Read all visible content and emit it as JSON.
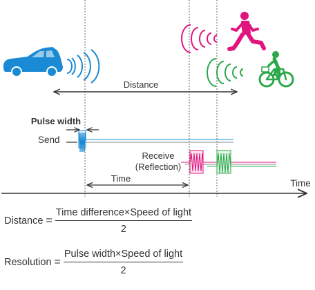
{
  "labels": {
    "distance": "Distance",
    "pulse_width": "Pulse width",
    "send": "Send",
    "receive": "Receive",
    "reflection": "(Reflection)",
    "time_interval": "Time",
    "time_axis": "Time"
  },
  "formulas": {
    "distance": {
      "lhs": "Distance",
      "eq": "=",
      "numerator": "Time difference×Speed of light",
      "denominator": "2"
    },
    "resolution": {
      "lhs": "Resolution",
      "eq": "=",
      "numerator": "Pulse width×Speed of light",
      "denominator": "2"
    }
  },
  "colors": {
    "car": "#1a8ad4",
    "wave_blue": "#1a8ad4",
    "person": "#e0157e",
    "cyclist": "#2aa84a",
    "axis": "#333333",
    "dotted": "#666666"
  },
  "icons": [
    "car-icon",
    "runner-icon",
    "cyclist-icon",
    "radar-wave-icon"
  ]
}
